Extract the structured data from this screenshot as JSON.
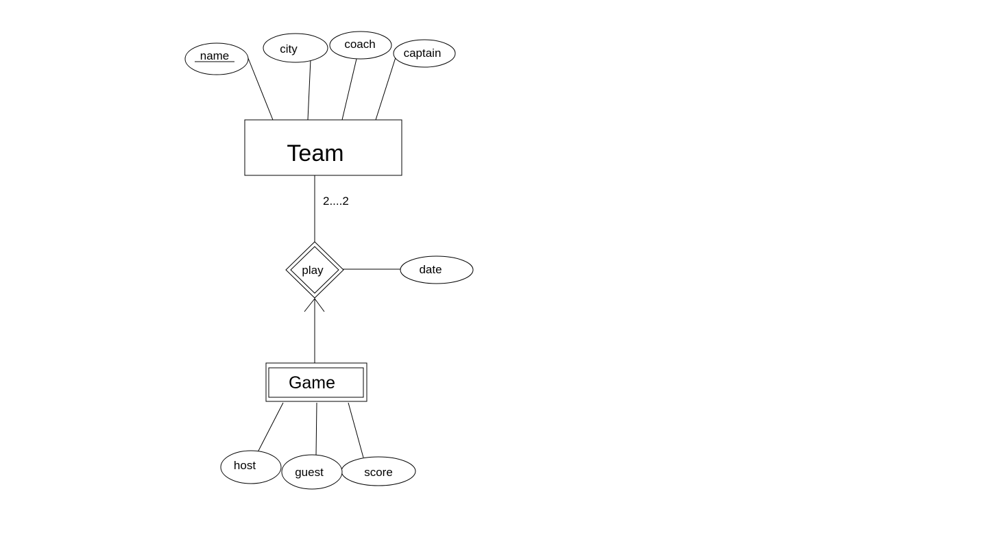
{
  "diagram": {
    "entities": {
      "team": {
        "label": "Team"
      },
      "game": {
        "label": "Game",
        "weak": true
      }
    },
    "relationships": {
      "play": {
        "label": "play",
        "identifying": true
      }
    },
    "attributes": {
      "name": {
        "label": "name",
        "key": true
      },
      "city": {
        "label": "city"
      },
      "coach": {
        "label": "coach"
      },
      "captain": {
        "label": "captain"
      },
      "date": {
        "label": "date"
      },
      "host": {
        "label": "host"
      },
      "guest": {
        "label": "guest"
      },
      "score": {
        "label": "score"
      }
    },
    "cardinality": {
      "team_play": "2....2"
    }
  }
}
